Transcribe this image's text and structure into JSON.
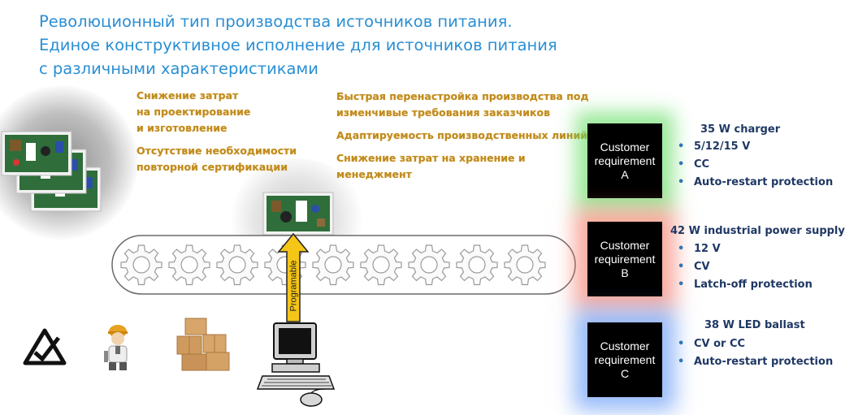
{
  "title_lines": [
    "Революционный тип производства источников питания.",
    "Единое конструктивное исполнение для источников питания",
    "с различными характеристиками"
  ],
  "left_benefits": [
    "Снижение затрат",
    "на проектирование",
    "и изготовление",
    "Отсутствие необходимости",
    "повторной сертификации"
  ],
  "right_benefits": [
    "Быстрая перенастройка производства под",
    "изменчивые требования заказчиков",
    "Адаптируемость производственных линий",
    "Снижение затрат на хранение и",
    "менеджмент"
  ],
  "arrow_label": "Programable",
  "requirements": [
    {
      "line1": "Customer",
      "line2": "requirement",
      "letter": "A",
      "heading": "35 W charger",
      "bullets": [
        "5/12/15 V",
        "CC",
        "Auto-restart protection"
      ]
    },
    {
      "line1": "Customer",
      "line2": "requirement",
      "letter": "B",
      "heading": "42 W industrial power supply",
      "bullets": [
        "12 V",
        "CV",
        "Latch-off protection"
      ]
    },
    {
      "line1": "Customer",
      "line2": "requirement",
      "letter": "C",
      "heading": "38 W LED ballast",
      "bullets": [
        "CV or CC",
        "Auto-restart protection"
      ]
    }
  ],
  "bullet_char": "•",
  "icons": [
    "pcb-stack-icon",
    "pcb-board-icon",
    "gear-icon",
    "certification-mark-icon",
    "engineer-icon",
    "boxes-icon",
    "computer-icon",
    "programming-arrow-icon"
  ],
  "colors": {
    "title": "#2a8fd4",
    "benefit_text": "#c08a1e",
    "spec_text": "#1f3864",
    "arrow_fill": "#f5c518",
    "glow_a": "#5fdc5f",
    "glow_b": "#f56e5a",
    "glow_c": "#508cf5"
  }
}
